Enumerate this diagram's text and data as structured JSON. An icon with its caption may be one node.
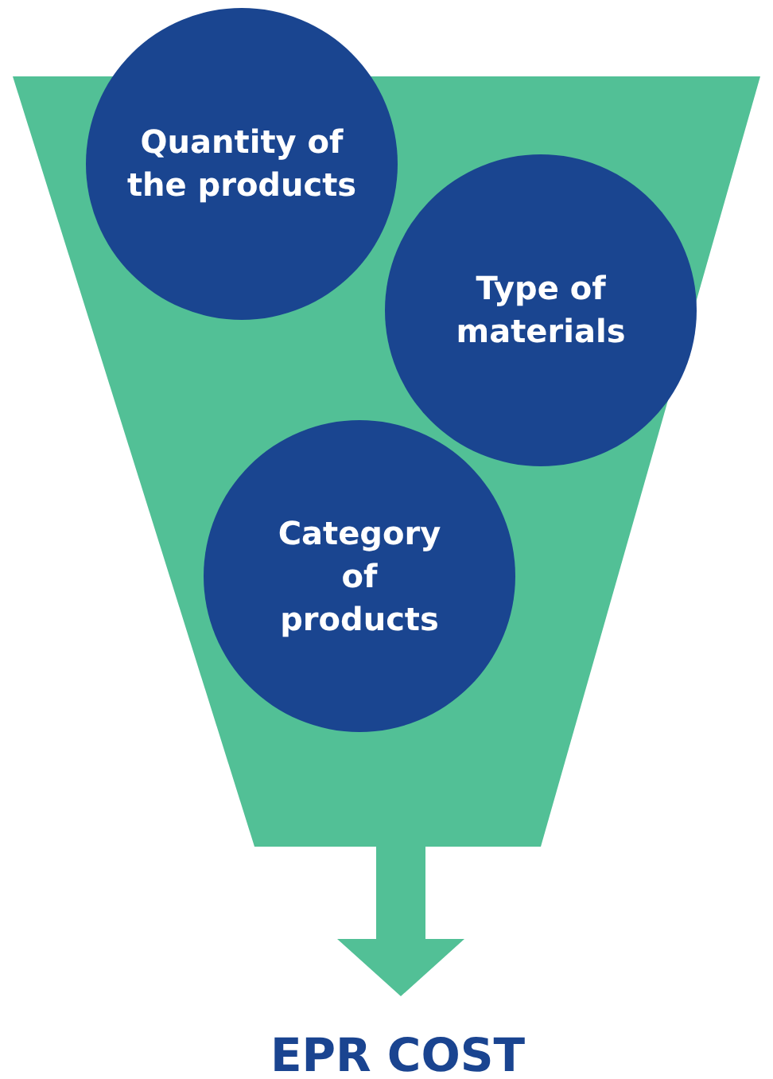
{
  "diagram": {
    "nodes": [
      {
        "text": [],
        "shape": "funnel"
      },
      {
        "text": [
          "Quantity of the products"
        ]
      },
      {
        "text": [
          "Type of materials"
        ],
        "in": 0
      },
      {
        "text": [
          "Category of products"
        ],
        "in": 0
      },
      {
        "text": [
          "EPR COST"
        ]
      }
    ],
    "edges": [
      {
        "from": 0,
        "to": 4,
        "arrow": "to"
      }
    ]
  }
}
